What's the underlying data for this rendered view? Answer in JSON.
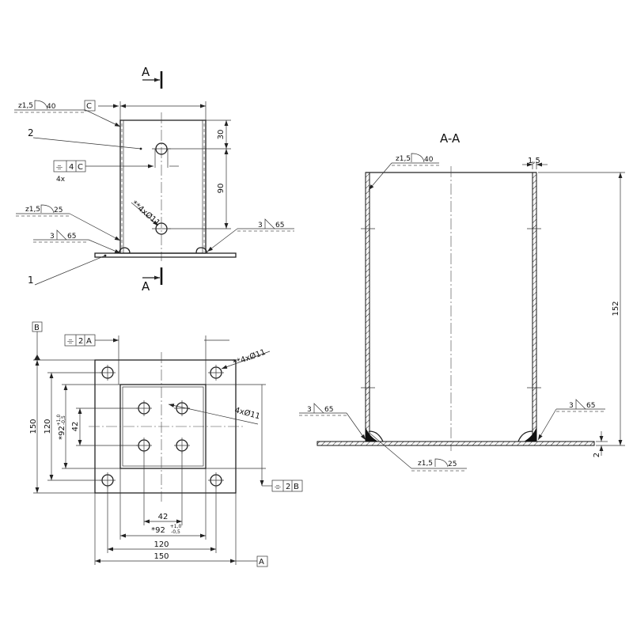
{
  "views": {
    "section_title": "A-A",
    "cut_label": "A"
  },
  "parts": {
    "tube": "2",
    "plate": "1"
  },
  "references": {
    "a": "A",
    "b": "B",
    "c": "C"
  },
  "welds": {
    "z15": "z1,5",
    "three": "3",
    "v40": "40",
    "v25": "25",
    "v65": "65"
  },
  "tolerances": {
    "symmetry_symbol": "⌯",
    "val4": "4",
    "val2": "2",
    "count_4x": "4x"
  },
  "holes": {
    "star_4x11": "**4xØ11",
    "plain_4x11": "4xØ11"
  },
  "dimensions": {
    "d30": "30",
    "d90": "90",
    "d150": "150",
    "d120": "120",
    "d42": "42",
    "star92": "*92",
    "tol_plus": "+1,0",
    "tol_minus": "-0,5",
    "d152": "152",
    "d1_5": "1,5",
    "d2": "2"
  }
}
